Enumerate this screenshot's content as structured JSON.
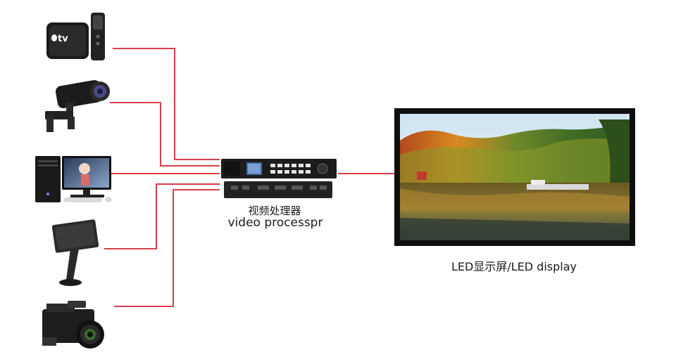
{
  "sources": [
    {
      "name": "apple-tv",
      "icon": "apple-tv-icon",
      "badge_text": "tv"
    },
    {
      "name": "cctv-camera",
      "icon": "security-camera-icon"
    },
    {
      "name": "desktop-computer",
      "icon": "desktop-computer-icon"
    },
    {
      "name": "touch-kiosk",
      "icon": "touchscreen-kiosk-icon"
    },
    {
      "name": "video-camera",
      "icon": "camcorder-icon"
    }
  ],
  "processor": {
    "label_cn": "视频处理器",
    "label_en": "video processpr",
    "icon": "video-processor-icon"
  },
  "display": {
    "label": "LED显示屏/LED display",
    "icon": "led-display-icon"
  },
  "colors": {
    "connector": "#d8404a",
    "device_dark": "#1c1c1c",
    "frame": "#0f0f0f"
  }
}
